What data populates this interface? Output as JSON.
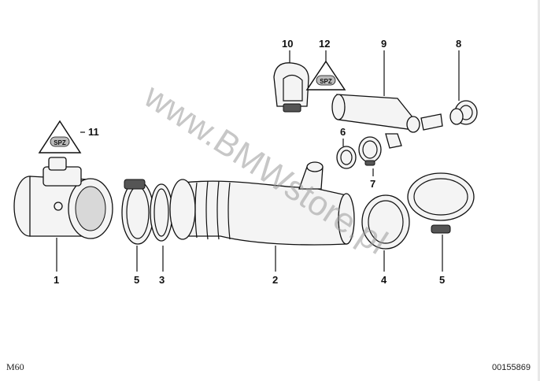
{
  "watermark": "www.BMWstore.pl",
  "callouts": {
    "c1": "1",
    "c5a": "5",
    "c3": "3",
    "c2": "2",
    "c4": "4",
    "c5b": "5",
    "c6": "6",
    "c7": "7",
    "c8": "8",
    "c9": "9",
    "c10": "10",
    "c11": "11",
    "c12": "12"
  },
  "warning_badge": "SPZ",
  "footer": {
    "model": "M60",
    "diagram_id": "00155869"
  }
}
